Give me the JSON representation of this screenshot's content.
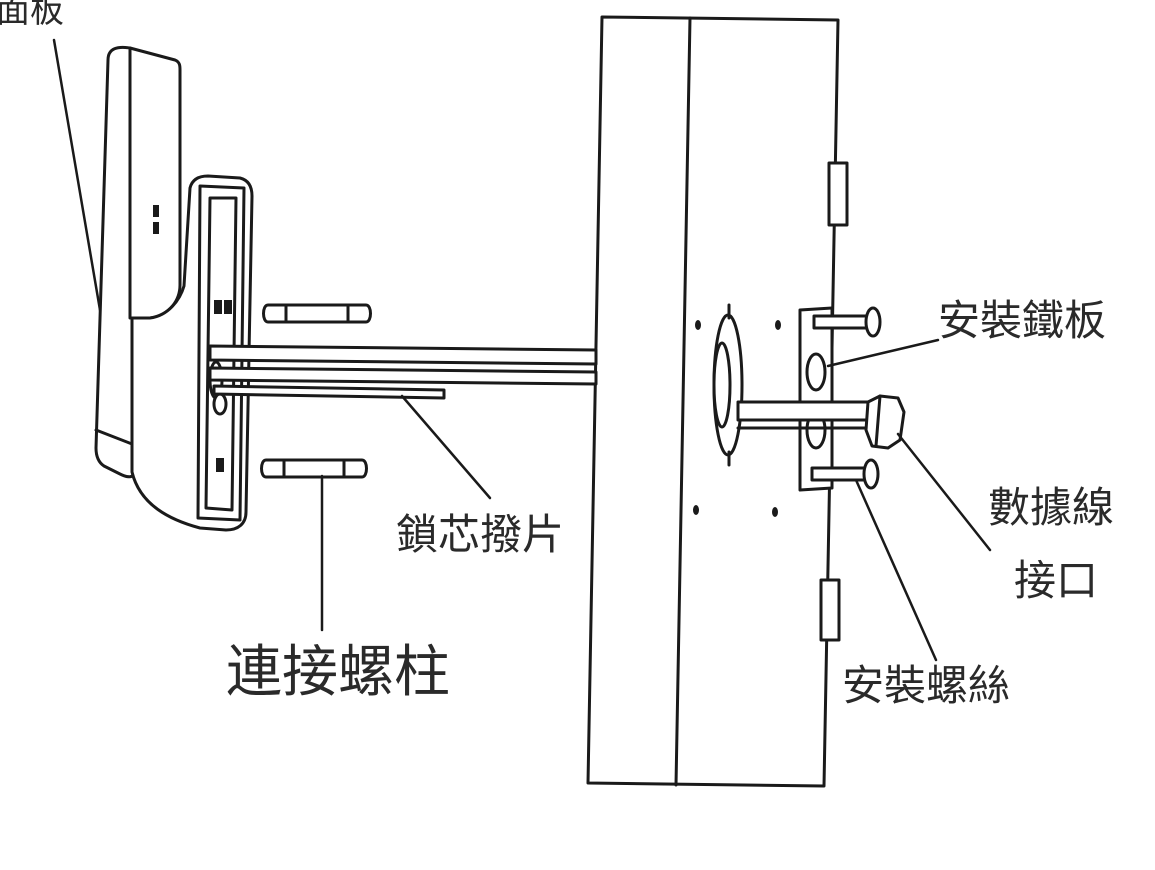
{
  "labels": {
    "panel": "面板",
    "mounting_plate": "安裝鐵板",
    "data_cable_line1": "數據線",
    "data_cable_line2": "接口",
    "mounting_screws": "安裝螺絲",
    "lock_tailpiece": "鎖芯撥片",
    "connecting_posts": "連接螺柱"
  },
  "colors": {
    "line": "#1a1a1a",
    "fill": "#ffffff",
    "text": "#2a2a2a"
  }
}
